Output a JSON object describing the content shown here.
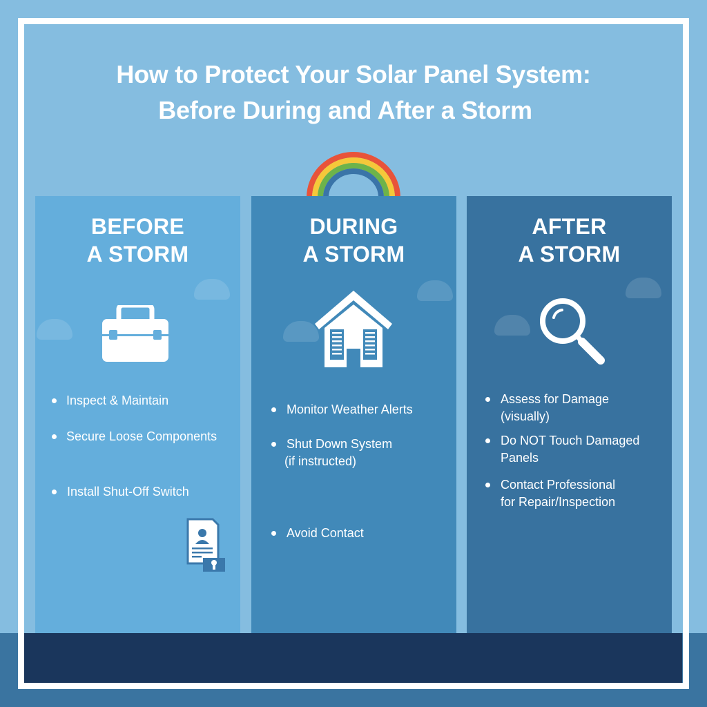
{
  "title": {
    "line1": "How to Protect Your Solar Panel System:",
    "line2": "Before During and After a Storm"
  },
  "colors": {
    "sky": "#85bde0",
    "frame": "#ffffff",
    "column_before": "#64aedc",
    "column_during": "#4189b9",
    "column_after": "#38729f",
    "footer_band": "#1a365c",
    "ground": "#3a74a0",
    "rainbow": [
      "#e8533a",
      "#f5c83a",
      "#6db34a",
      "#3a74a8"
    ]
  },
  "decorations": {
    "rainbow_icon": "rainbow-icon"
  },
  "columns": [
    {
      "heading_line1": "BEFORE",
      "heading_line2": "A STORM",
      "icon": "toolbox-icon",
      "secondary_icon": "document-lock-icon",
      "items": [
        {
          "line1": "Inspect & Maintain",
          "line2": ""
        },
        {
          "line1": "Secure Loose Components",
          "line2": ""
        },
        {
          "line1": "Install Shut-Off Switch",
          "line2": ""
        }
      ]
    },
    {
      "heading_line1": "DURING",
      "heading_line2": "A STORM",
      "icon": "house-icon",
      "items": [
        {
          "line1": "Monitor Weather Alerts",
          "line2": ""
        },
        {
          "line1": "Shut Down System",
          "line2": "(if instructed)"
        },
        {
          "line1": "Avoid Contact",
          "line2": ""
        }
      ]
    },
    {
      "heading_line1": "AFTER",
      "heading_line2": "A STORM",
      "icon": "magnifier-icon",
      "items": [
        {
          "line1": "Assess for Damage",
          "line2": "(visually)"
        },
        {
          "line1": "Do NOT Touch Damaged",
          "line2": "Panels"
        },
        {
          "line1": "Contact Professional",
          "line2": "for Repair/Inspection"
        }
      ]
    }
  ]
}
